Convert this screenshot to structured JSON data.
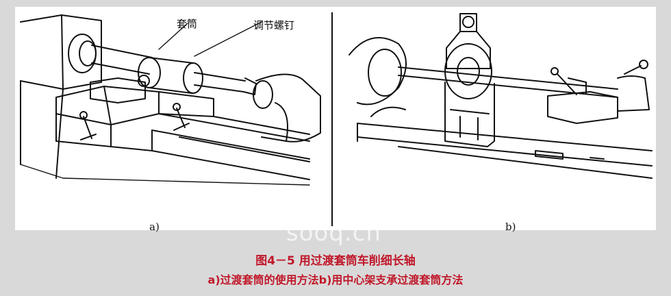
{
  "callouts": {
    "sleeve": "套筒",
    "adjust_screw": "调节螺钉"
  },
  "sub_labels": {
    "a": "a)",
    "b": "b)"
  },
  "caption": {
    "title": "图4－5  用过渡套筒车削细长轴",
    "subtitle": "a)过渡套筒的使用方法b)用中心架支承过渡套筒方法"
  },
  "watermark": "sooq.cn",
  "colors": {
    "caption": "#c0182a",
    "line": "#111111",
    "panel": "#ffffff",
    "background": "#d9d9d9"
  }
}
